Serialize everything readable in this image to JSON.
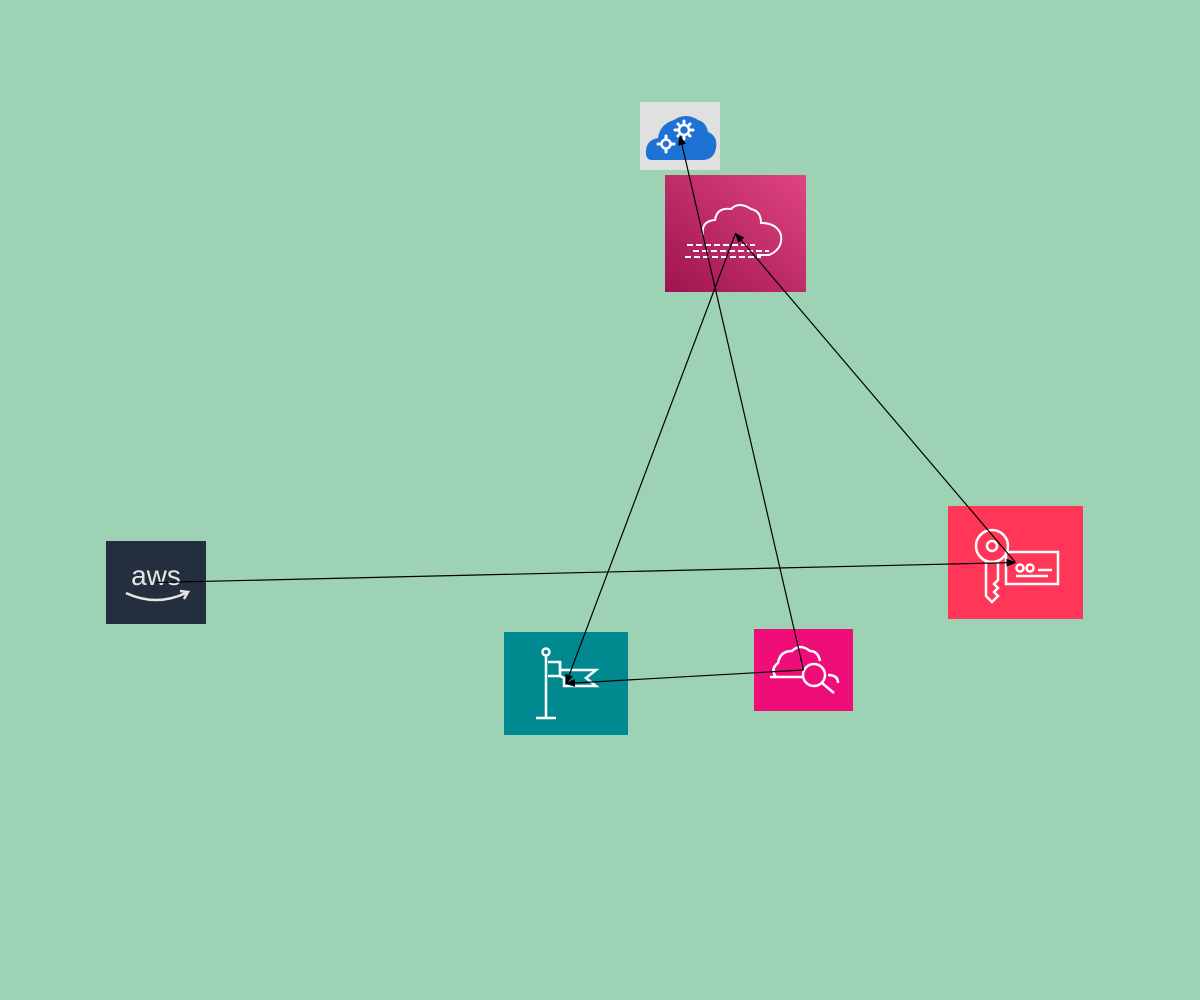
{
  "diagram": {
    "background": "#9ed2b4",
    "edge_color": "#000000",
    "nodes": [
      {
        "id": "n1",
        "icon": "cloud-gears-icon",
        "bg": "#e0e0e0",
        "accent": "#1e72d4"
      },
      {
        "id": "n2",
        "icon": "cloud-stream-icon",
        "bg": "#c4295f",
        "accent": "#ffffff"
      },
      {
        "id": "n3",
        "icon": "aws-logo-icon",
        "bg": "#232f3e",
        "accent": "#ffffff",
        "text": "aws"
      },
      {
        "id": "n4",
        "icon": "key-certificate-icon",
        "bg": "#ff3657",
        "accent": "#ffffff"
      },
      {
        "id": "n5",
        "icon": "flag-icon",
        "bg": "#008a8f",
        "accent": "#ffffff"
      },
      {
        "id": "n6",
        "icon": "cloud-search-icon",
        "bg": "#ef0d7a",
        "accent": "#ffffff"
      }
    ],
    "edges": [
      {
        "from": "n2",
        "to": "n5"
      },
      {
        "from": "n6",
        "to": "n1"
      },
      {
        "from": "n4",
        "to": "n2"
      },
      {
        "from": "n3",
        "to": "n4"
      },
      {
        "from": "n6",
        "to": "n5"
      }
    ]
  }
}
